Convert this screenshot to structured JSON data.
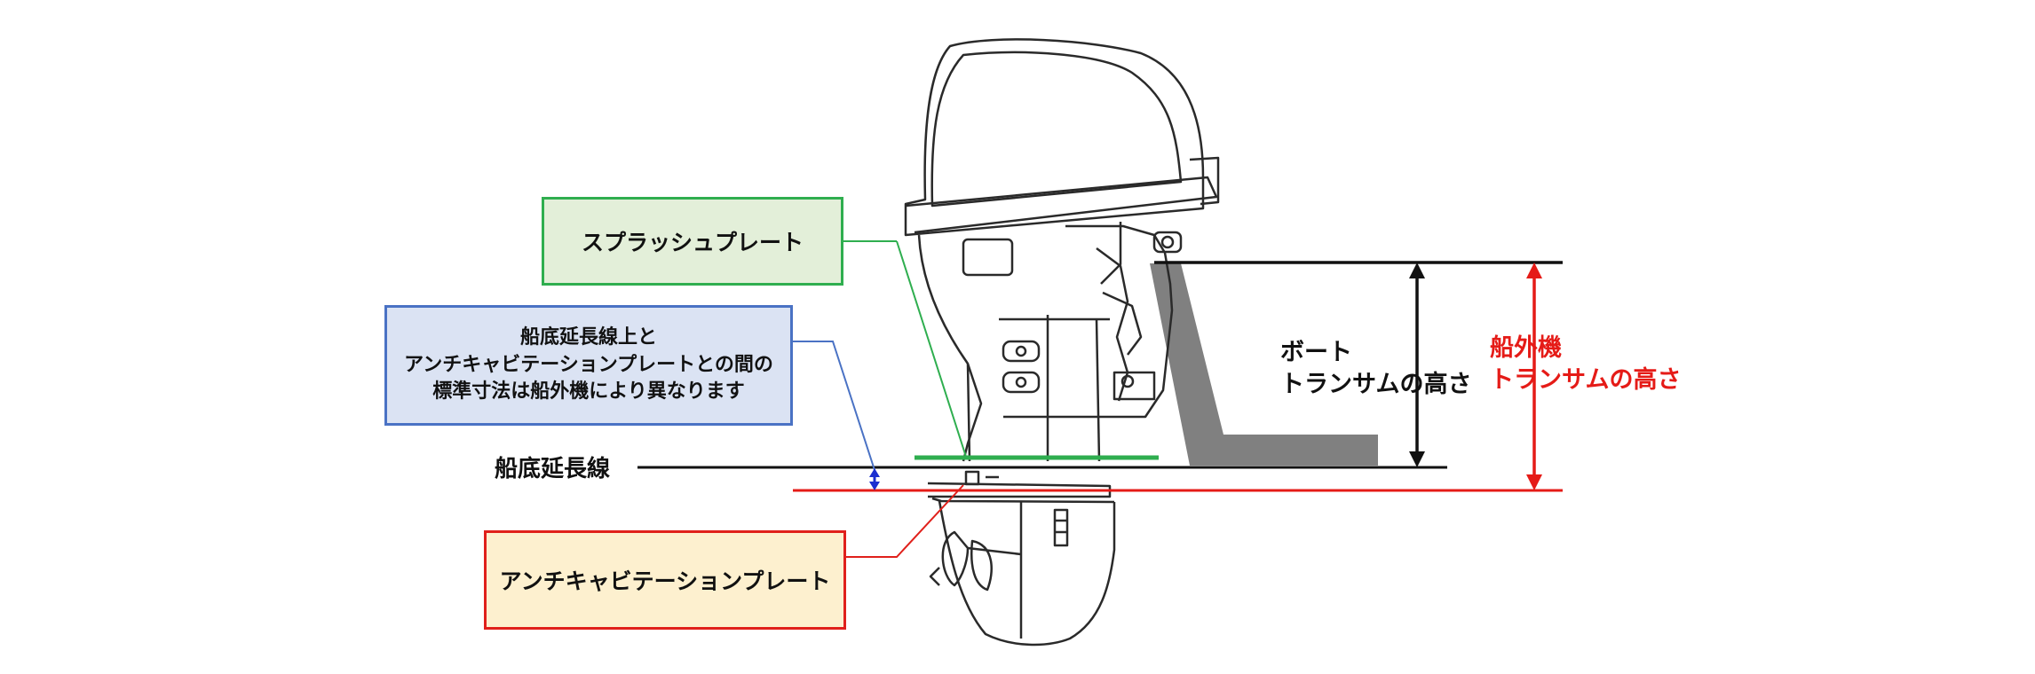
{
  "labels": {
    "splash_plate": "スプラッシュプレート",
    "note": {
      "line1": "船底延長線上と",
      "line2": "アンチキャビテーションプレートとの間の",
      "line3": "標準寸法は船外機により異なります"
    },
    "keel_extension": "船底延長線",
    "anti_cavitation_plate": "アンチキャビテーションプレート",
    "boat_transom": {
      "line1": "ボート",
      "line2": "トランサムの高さ"
    },
    "motor_transom": {
      "line1": "船外機",
      "line2": "トランサムの高さ"
    }
  },
  "colors": {
    "splash": "#2fae4f",
    "note": "#4a72c4",
    "anti": "#e0201b",
    "motor_height": "#e51b17",
    "transom": "#808080"
  }
}
